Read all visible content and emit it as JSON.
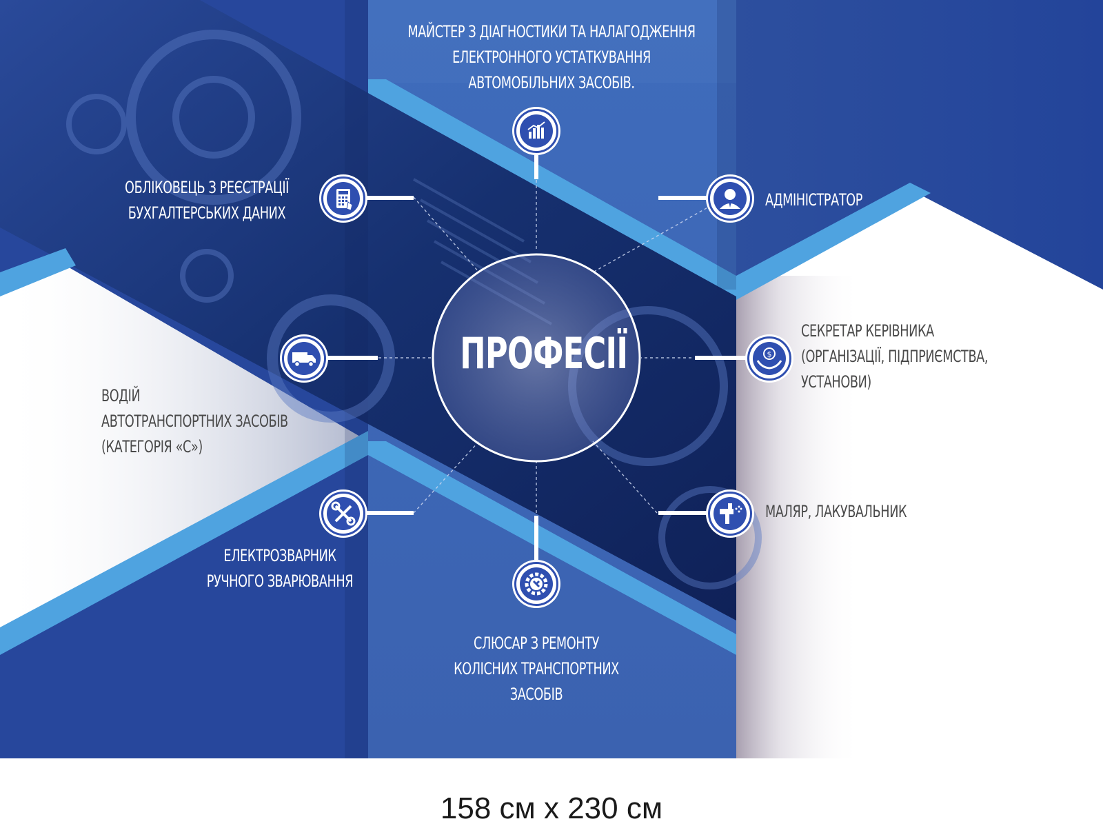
{
  "title": "ПРОФЕСІЇ",
  "professions": {
    "top": [
      "МАЙСТЕР З ДІАГНОСТИКИ ТА НАЛАГОДЖЕННЯ",
      "ЕЛЕКТРОННОГО УСТАТКУВАННЯ",
      "АВТОМОБІЛЬНИХ ЗАСОБІВ."
    ],
    "accountant": [
      "ОБЛІКОВЕЦЬ З РЕЄСТРАЦІЇ",
      "БУХГАЛТЕРСЬКИХ ДАНИХ"
    ],
    "administrator": [
      "АДМІНІСТРАТОР"
    ],
    "driver": [
      "ВОДІЙ",
      "АВТОТРАНСПОРТНИХ ЗАСОБІВ",
      "(КАТЕГОРІЯ «С»)"
    ],
    "secretary": [
      "СЕКРЕТАР КЕРІВНИКА",
      "(ОРГАНІЗАЦІЇ, ПІДПРИЄМСТВА,",
      "УСТАНОВИ)"
    ],
    "welder": [
      "ЕЛЕКТРОЗВАРНИК",
      "РУЧНОГО ЗВАРЮВАННЯ"
    ],
    "painter": [
      "МАЛЯР, ЛАКУВАЛЬНИК"
    ],
    "locksmith": [
      "СЛЮСАР З РЕМОНТУ",
      "КОЛІСНИХ ТРАНСПОРТНИХ",
      "ЗАСОБІВ"
    ]
  },
  "icons": {
    "top": "bar-chart-icon",
    "accountant": "calculator-icon",
    "administrator": "user-icon",
    "driver": "truck-icon",
    "secretary": "money-hands-icon",
    "welder": "tools-icon",
    "painter": "spray-gun-icon",
    "locksmith": "gear-wrench-icon"
  },
  "colors": {
    "dark_blue": "#1f3f98",
    "mid_blue": "#3d6ab8",
    "light_blue": "#4fa3e0",
    "accent_blue": "#2f4fb0"
  },
  "footer": {
    "size": "158 см х 230 см"
  }
}
